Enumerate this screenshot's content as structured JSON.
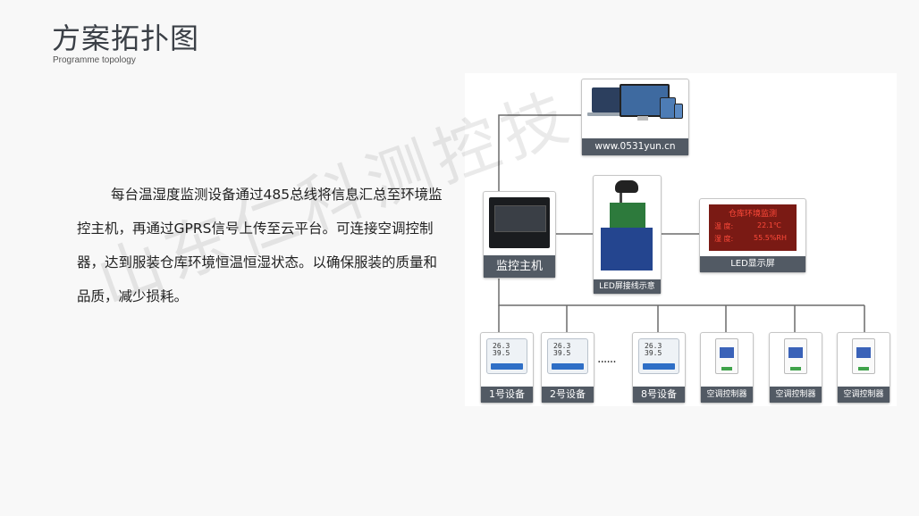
{
  "header": {
    "title": "方案拓扑图",
    "subtitle": "Programme  topology"
  },
  "description": {
    "text": "每台温湿度监测设备通过485总线将信息汇总至环境监控主机，再通过GPRS信号上传至云平台。可连接空调控制器，达到服装仓库环境恒温恒湿状态。以确保服装的质量和品质，减少损耗。"
  },
  "watermark": {
    "text": "山东仁科测控技"
  },
  "topology": {
    "cloud_label": "www.0531yun.cn",
    "host_label": "监控主机",
    "wiring_label": "LED屏接线示意",
    "led_label": "LED显示屏",
    "led_screen": {
      "title": "仓库环境监测",
      "line1_left": "温  度:",
      "line1_value": "22.1℃",
      "line2_left": "湿  度:",
      "line2_value": "55.5%RH"
    },
    "devices": [
      {
        "label": "1号设备"
      },
      {
        "label": "2号设备"
      },
      {
        "label": "8号设备"
      }
    ],
    "ellipsis": "······",
    "controllers": [
      {
        "label": "空调控制器"
      },
      {
        "label": "空调控制器"
      },
      {
        "label": "空调控制器"
      }
    ],
    "line_color": "#6b6b6b",
    "caption_color": "#525a64"
  }
}
